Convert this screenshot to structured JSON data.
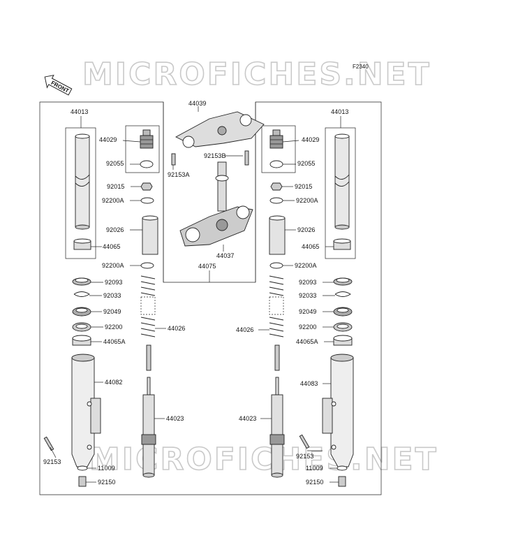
{
  "diagram_code": "F2340",
  "watermark": "MICROFICHES.NET",
  "front_label": "FRONT",
  "labels": {
    "l44013": "44013",
    "r44013": "44013",
    "l44029": "44029",
    "r44029": "44029",
    "l92055": "92055",
    "r92055": "92055",
    "l92015": "92015",
    "r92015": "92015",
    "l92200A_top": "92200A",
    "r92200A_top": "92200A",
    "l92026": "92026",
    "r92026": "92026",
    "l44065": "44065",
    "r44065": "44065",
    "l92200A_mid": "92200A",
    "r92200A_mid": "92200A",
    "l92093": "92093",
    "r92093": "92093",
    "l92033": "92033",
    "r92033": "92033",
    "l92049": "92049",
    "r92049": "92049",
    "l92200": "92200",
    "r92200": "92200",
    "l44065A": "44065A",
    "r44065A": "44065A",
    "l44026": "44026",
    "r44026": "44026",
    "l44082": "44082",
    "r44083": "44083",
    "l44023": "44023",
    "r44023": "44023",
    "l92153": "92153",
    "r92153": "92153",
    "l11009": "11009",
    "r11009": "11009",
    "l92150": "92150",
    "r92150": "92150",
    "c44039": "44039",
    "c92153B": "92153B",
    "c92153A": "92153A",
    "c44037": "44037",
    "c44075": "44075"
  }
}
